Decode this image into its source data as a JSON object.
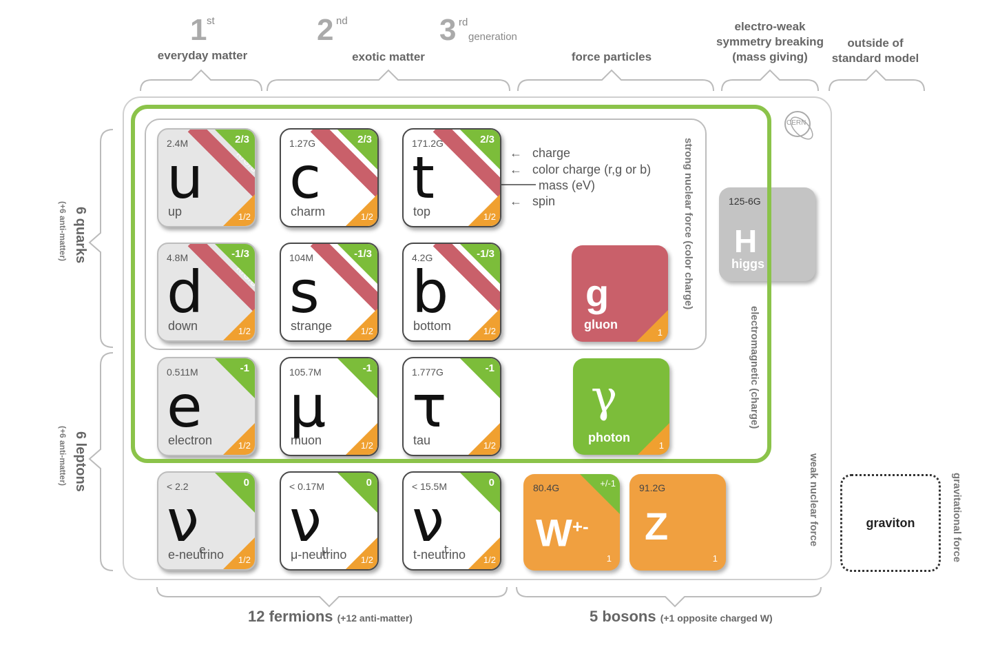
{
  "header": {
    "gen1_num": "1",
    "gen1_sup": "st",
    "gen1_label": "everyday matter",
    "gen2_num": "2",
    "gen2_sup": "nd",
    "gen2_label": "exotic matter",
    "gen3_num": "3",
    "gen3_sup": "rd",
    "gen3_word": "generation",
    "force_label": "force particles",
    "ewsb_label_1": "electro-weak",
    "ewsb_label_2": "symmetry breaking",
    "ewsb_label_3": "(mass giving)",
    "outside_label_1": "outside of",
    "outside_label_2": "standard model"
  },
  "side": {
    "quarks": "6 quarks",
    "quarks_sub": "(+6 anti-matter)",
    "leptons": "6 leptons",
    "leptons_sub": "(+6 anti-matter)"
  },
  "footer": {
    "fermions": "12 fermions",
    "fermions_sub": "(+12 anti-matter)",
    "bosons": "5 bosons",
    "bosons_sub": "(+1 opposite charged W)"
  },
  "forces": {
    "strong": "strong nuclear force (color charge)",
    "em": "electromagnetic (charge)",
    "weak": "weak nuclear force",
    "grav": "gravitational force"
  },
  "legend": {
    "charge": "charge",
    "color": "color charge (r,g or b)",
    "mass": "mass (eV)",
    "spin": "spin",
    "arrow": "←"
  },
  "logo": "CERN",
  "fermions": [
    {
      "mass": "2.4M",
      "sym": "u",
      "sub": "",
      "name": "up",
      "charge": "2/3",
      "color": "R/G/B",
      "spin": "1/2",
      "grey": true
    },
    {
      "mass": "1.27G",
      "sym": "c",
      "sub": "",
      "name": "charm",
      "charge": "2/3",
      "color": "R/G/B",
      "spin": "1/2",
      "grey": false
    },
    {
      "mass": "171.2G",
      "sym": "t",
      "sub": "",
      "name": "top",
      "charge": "2/3",
      "color": "R/G/B",
      "spin": "1/2",
      "grey": false
    },
    {
      "mass": "4.8M",
      "sym": "d",
      "sub": "",
      "name": "down",
      "charge": "-1/3",
      "color": "R/G/B",
      "spin": "1/2",
      "grey": true
    },
    {
      "mass": "104M",
      "sym": "s",
      "sub": "",
      "name": "strange",
      "charge": "-1/3",
      "color": "R/G/B",
      "spin": "1/2",
      "grey": false
    },
    {
      "mass": "4.2G",
      "sym": "b",
      "sub": "",
      "name": "bottom",
      "charge": "-1/3",
      "color": "R/G/B",
      "spin": "1/2",
      "grey": false
    },
    {
      "mass": "0.511M",
      "sym": "e",
      "sub": "",
      "name": "electron",
      "charge": "-1",
      "color": "",
      "spin": "1/2",
      "grey": true
    },
    {
      "mass": "105.7M",
      "sym": "μ",
      "sub": "",
      "name": "muon",
      "charge": "-1",
      "color": "",
      "spin": "1/2",
      "grey": false
    },
    {
      "mass": "1.777G",
      "sym": "τ",
      "sub": "",
      "name": "tau",
      "charge": "-1",
      "color": "",
      "spin": "1/2",
      "grey": false
    },
    {
      "mass": "< 2.2",
      "sym": "ν",
      "sub": "e",
      "name": "e-neutrino",
      "charge": "0",
      "color": "",
      "spin": "1/2",
      "grey": true
    },
    {
      "mass": "< 0.17M",
      "sym": "ν",
      "sub": "μ",
      "name": "μ-neutrino",
      "charge": "0",
      "color": "",
      "spin": "1/2",
      "grey": false
    },
    {
      "mass": "< 15.5M",
      "sym": "ν",
      "sub": "t",
      "name": "t-neutrino",
      "charge": "0",
      "color": "",
      "spin": "1/2",
      "grey": false
    }
  ],
  "bosons": {
    "gluon": {
      "sym": "g",
      "name": "gluon",
      "spin": "1",
      "bg": "#c9606a"
    },
    "photon": {
      "sym": "γ",
      "name": "photon",
      "spin": "1",
      "bg": "#7cbd3a"
    },
    "w": {
      "mass": "80.4G",
      "sym": "W",
      "sup": "+-",
      "charge": "+/-1",
      "spin": "1",
      "bg": "#f0a040"
    },
    "z": {
      "mass": "91.2G",
      "sym": "Z",
      "spin": "1",
      "bg": "#f0a040"
    },
    "higgs": {
      "mass": "125-6G",
      "sym": "H",
      "name": "higgs",
      "bg": "#c4c4c4"
    },
    "graviton": {
      "name": "graviton"
    }
  }
}
